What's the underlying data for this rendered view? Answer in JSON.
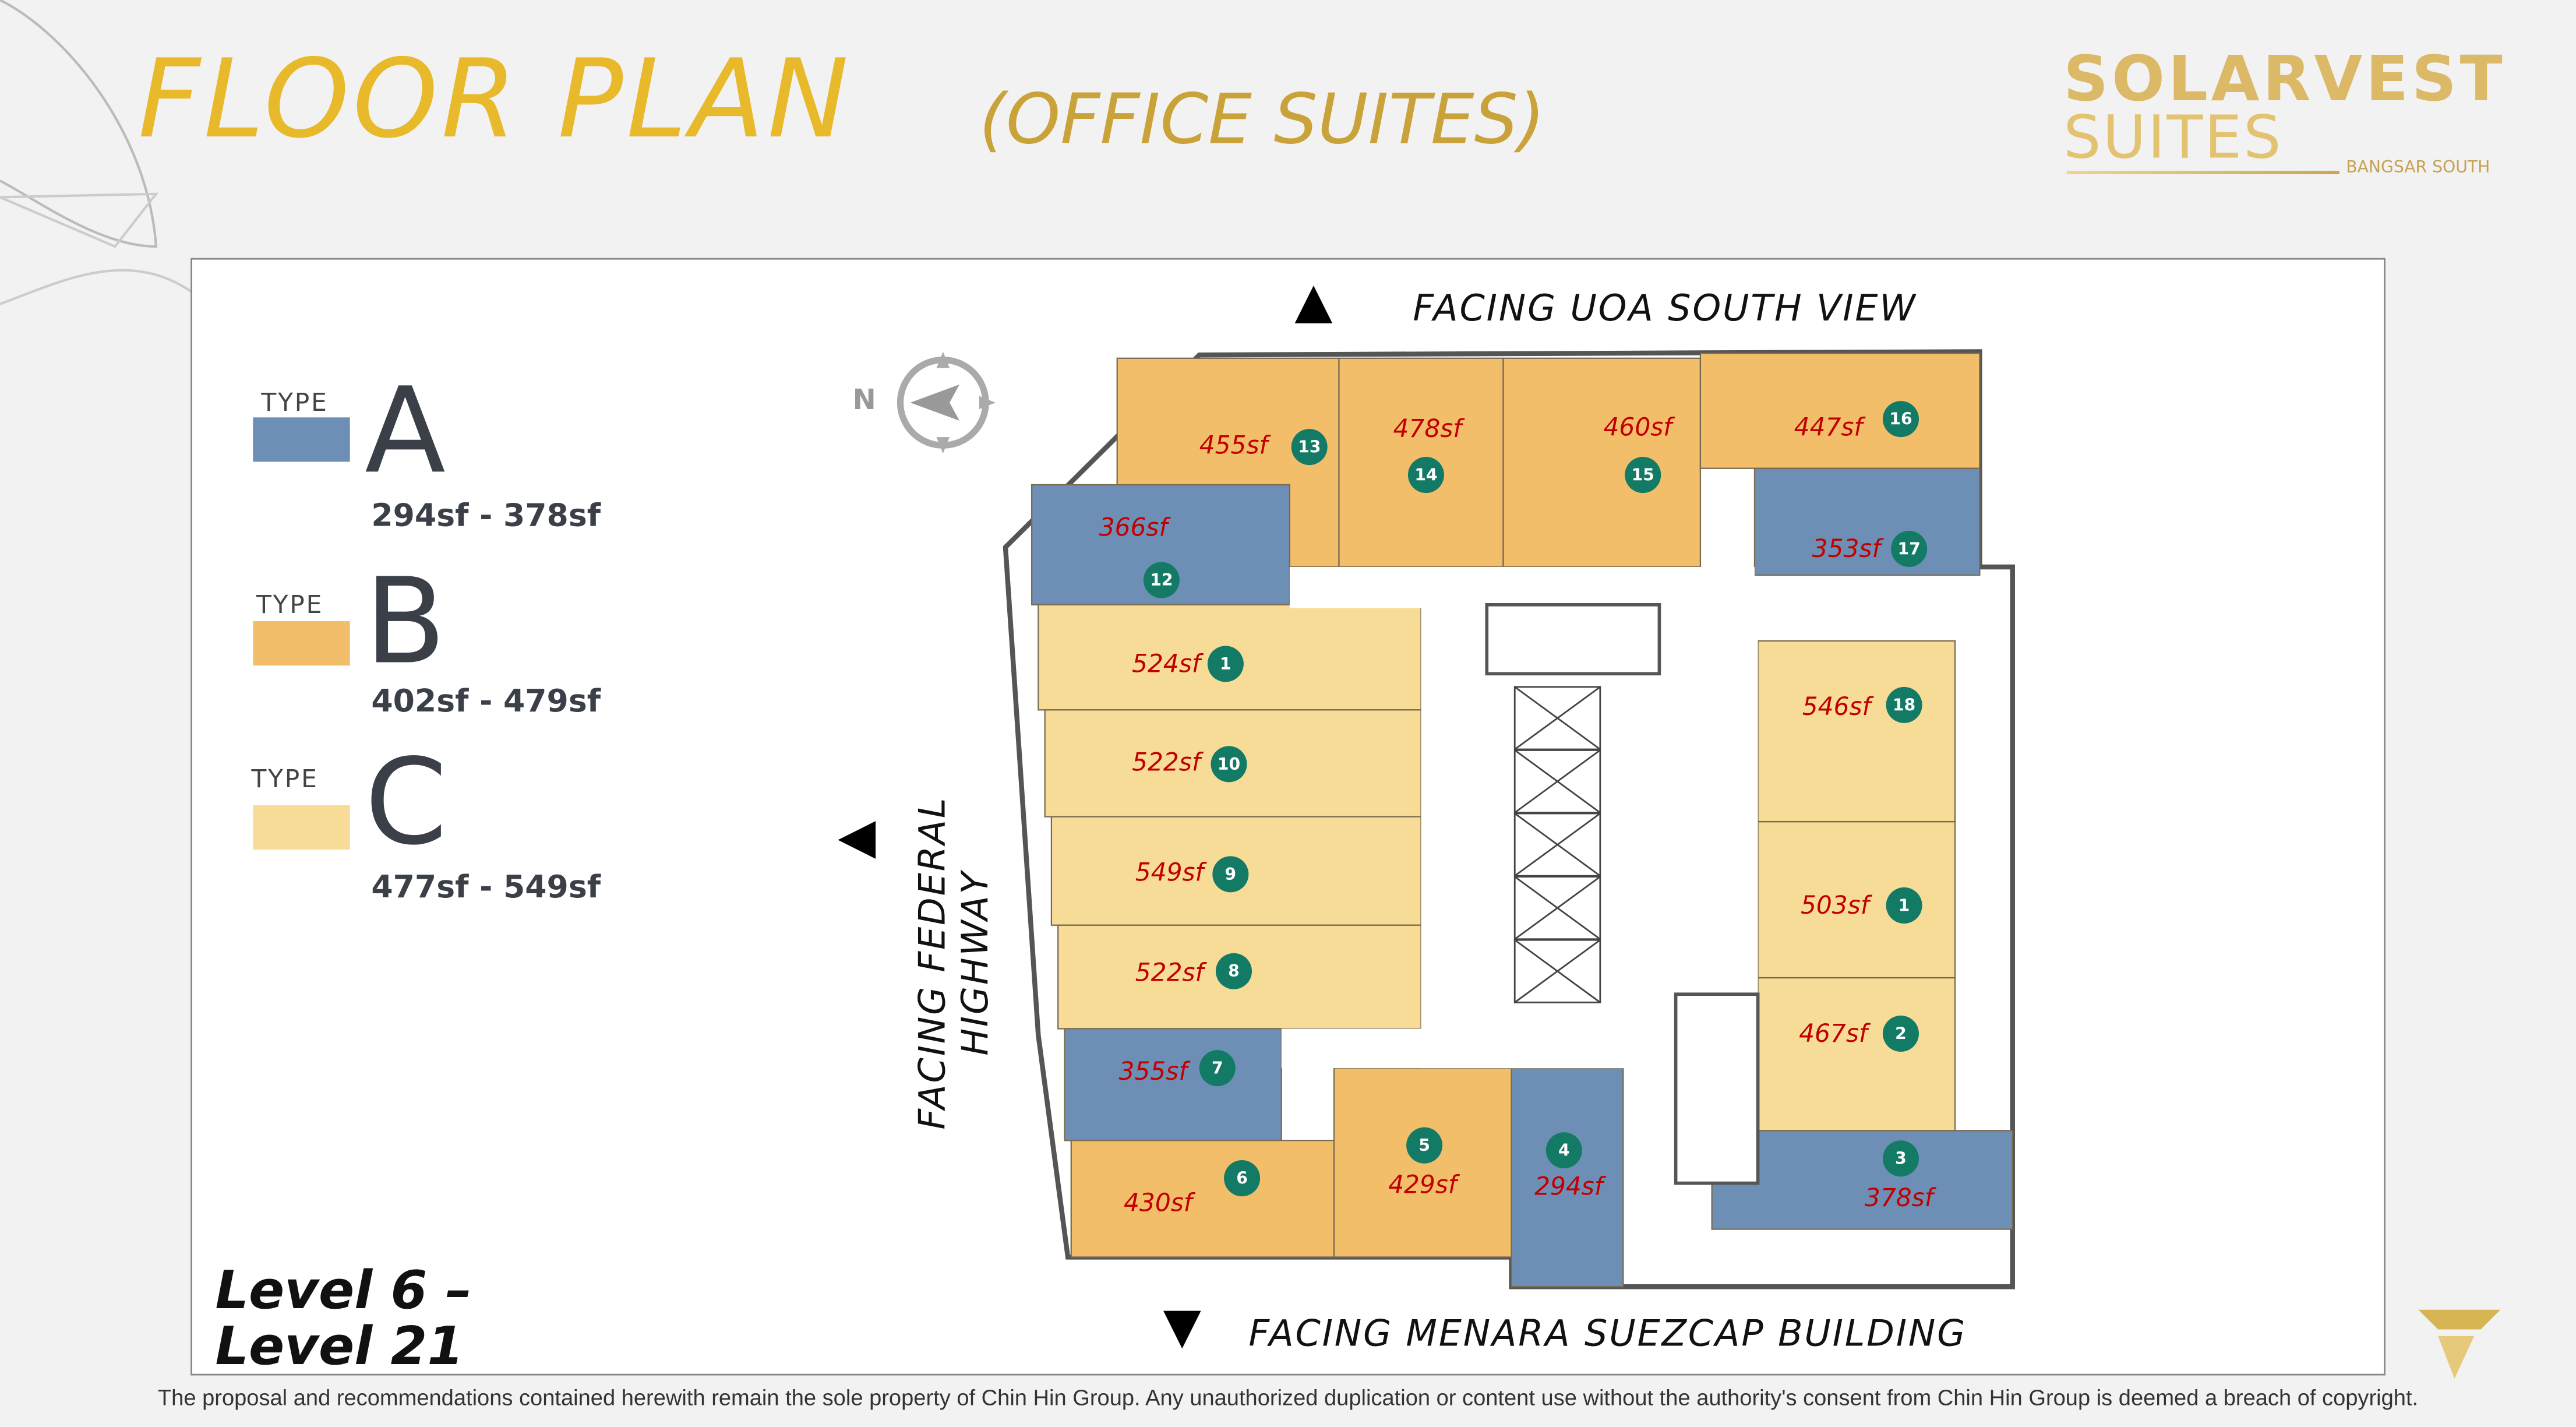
{
  "header": {
    "title": "FLOOR PLAN",
    "subtitle": "(OFFICE SUITES)"
  },
  "logo": {
    "line1": "SOLARVEST",
    "line2": "SUITES",
    "line3": "BANGSAR SOUTH"
  },
  "legend": [
    {
      "type_label": "TYPE",
      "letter": "A",
      "range": "294sf - 378sf",
      "color": "#6e8fb5"
    },
    {
      "type_label": "TYPE",
      "letter": "B",
      "range": "402sf - 479sf",
      "color": "#f3be6a"
    },
    {
      "type_label": "TYPE",
      "letter": "C",
      "range": "477sf - 549sf",
      "color": "#f7dc98"
    }
  ],
  "compass": {
    "label": "N"
  },
  "facing": {
    "top": "FACING UOA SOUTH VIEW",
    "left": "FACING FEDERAL HIGHWAY",
    "bottom": "FACING MENARA SUEZCAP BUILDING"
  },
  "level_label": "Level 6 – Level 21",
  "units": [
    {
      "no": "13",
      "area": "455sf",
      "type": "B"
    },
    {
      "no": "14",
      "area": "478sf",
      "type": "B"
    },
    {
      "no": "15",
      "area": "460sf",
      "type": "B"
    },
    {
      "no": "16",
      "area": "447sf",
      "type": "B"
    },
    {
      "no": "17",
      "area": "353sf",
      "type": "A"
    },
    {
      "no": "12",
      "area": "366sf",
      "type": "A"
    },
    {
      "no": "1",
      "area": "524sf",
      "type": "C"
    },
    {
      "no": "10",
      "area": "522sf",
      "type": "C"
    },
    {
      "no": "9",
      "area": "549sf",
      "type": "C"
    },
    {
      "no": "8",
      "area": "522sf",
      "type": "C"
    },
    {
      "no": "7",
      "area": "355sf",
      "type": "A"
    },
    {
      "no": "6",
      "area": "430sf",
      "type": "B"
    },
    {
      "no": "5",
      "area": "429sf",
      "type": "B"
    },
    {
      "no": "4",
      "area": "294sf",
      "type": "A"
    },
    {
      "no": "3",
      "area": "378sf",
      "type": "A"
    },
    {
      "no": "2",
      "area": "467sf",
      "type": "C"
    },
    {
      "no": "1",
      "area": "503sf",
      "type": "C"
    },
    {
      "no": "18",
      "area": "546sf",
      "type": "C"
    }
  ],
  "footer": "The proposal and recommendations contained herewith remain the sole property of Chin Hin Group. Any unauthorized duplication or content use without the authority's consent from Chin Hin Group is deemed a breach of copyright."
}
